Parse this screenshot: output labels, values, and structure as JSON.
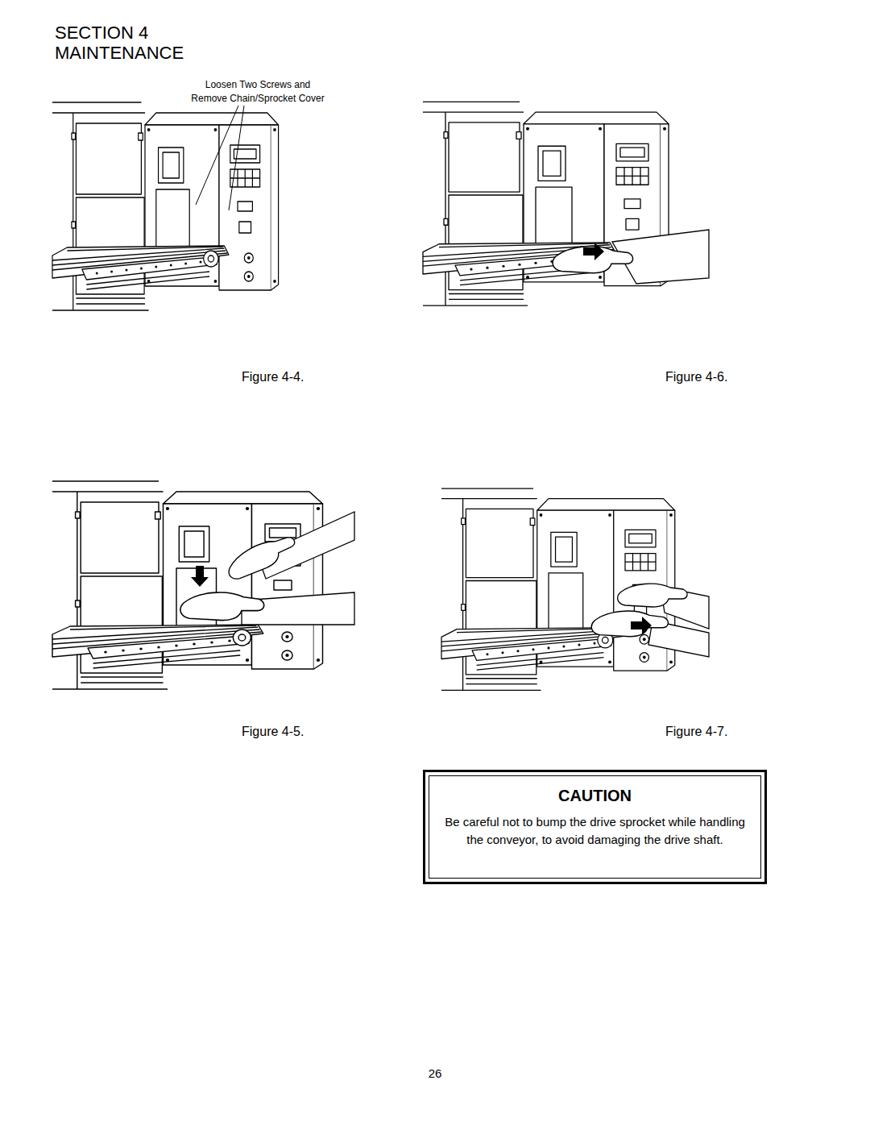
{
  "diagram": {
    "title": "SECTION 4 MAINTENANCE",
    "nodes": [
      {
        "text": [
          "CAUTION",
          "Be careful not to bump the drive sprocket while handling the conveyor, to avoid damaging the drive shaft."
        ]
      }
    ],
    "labels": [
      "Loosen Two Screws and Remove Chain/Sprocket Cover",
      "Figure 4-4.",
      "Figure 4-6.",
      "Figure 4-5.",
      "Figure 4-7.",
      "26"
    ]
  }
}
